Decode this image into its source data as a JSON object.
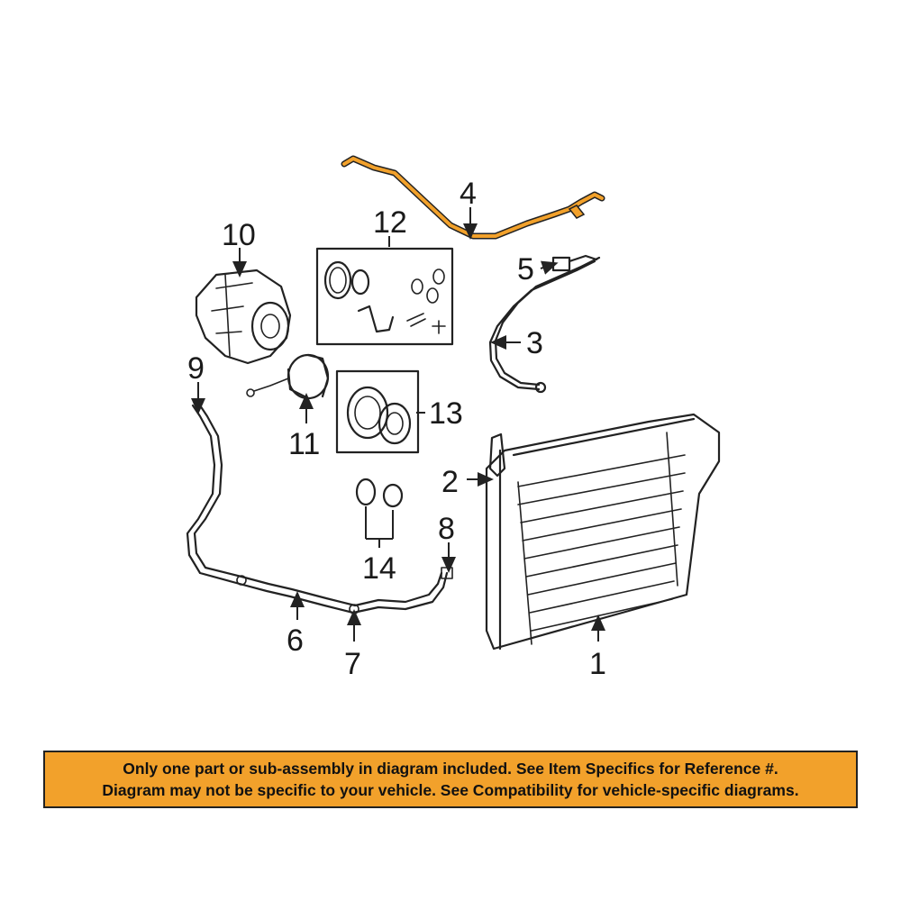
{
  "diagram": {
    "highlight_color": "#f2a12b",
    "callouts": {
      "c1": "1",
      "c2": "2",
      "c3": "3",
      "c4": "4",
      "c5": "5",
      "c6": "6",
      "c7": "7",
      "c8": "8",
      "c9": "9",
      "c10": "10",
      "c11": "11",
      "c12": "12",
      "c13": "13",
      "c14": "14"
    }
  },
  "banner": {
    "line1": "Only one part or sub-assembly in diagram included. See Item Specifics for Reference #.",
    "line2": "Diagram may not be specific to your vehicle. See Compatibility for vehicle-specific diagrams."
  }
}
